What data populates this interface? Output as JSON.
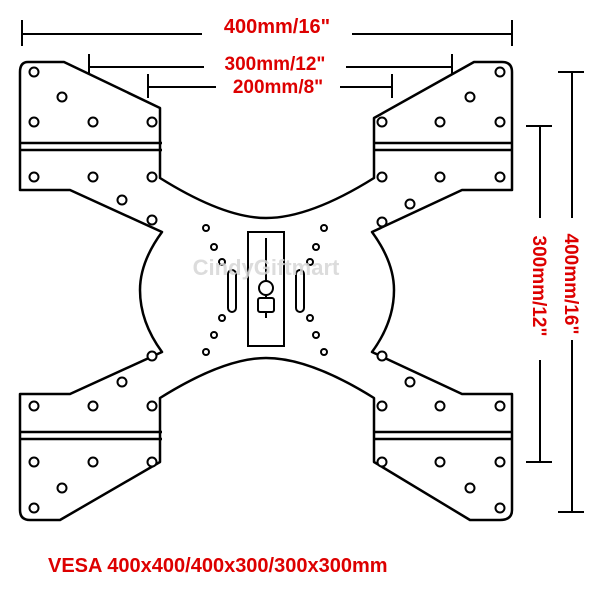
{
  "dimensions": {
    "top_outer": "400mm/16\"",
    "top_middle": "300mm/12\"",
    "top_inner": "200mm/8\"",
    "right_inner": "300mm/12\"",
    "right_outer": "400mm/16\""
  },
  "watermark": "CindyGiftmart",
  "caption": "VESA 400x400/400x300/300x300mm",
  "colors": {
    "label": "#dd0000",
    "line": "#000000",
    "watermark": "#d6d6d6"
  }
}
